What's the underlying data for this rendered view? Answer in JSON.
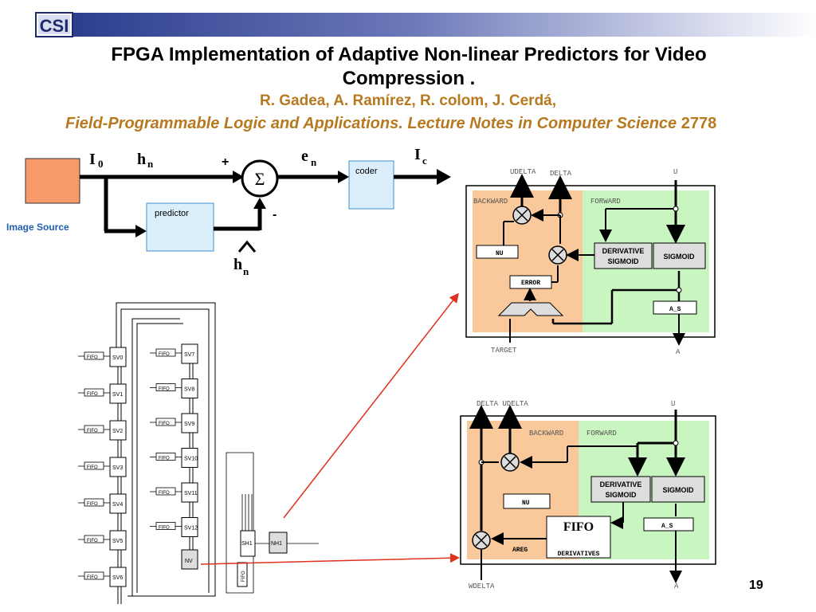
{
  "header": {
    "logo_text": "CSI",
    "title_line1": "FPGA Implementation of  Adaptive Non-linear Predictors for Video",
    "title_line2": "Compression .",
    "authors": "R. Gadea, A. Ramírez, R. colom, J. Cerdá,",
    "venue": "Field-Programmable Logic and Applications. Lecture Notes in Computer Science",
    "venue_number": "2778"
  },
  "block_diagram": {
    "image_source_label": "Image Source",
    "i0_label": "I",
    "i0_sub": "0",
    "hn_label": "h",
    "hn_sub": "n",
    "plus_sign": "+",
    "minus_sign": "-",
    "sum_symbol": "Σ",
    "en_label": "e",
    "en_sub": "n",
    "coder_label": "coder",
    "ic_label": "I",
    "ic_sub": "c",
    "predictor_label": "predictor",
    "hhat_label": "h",
    "hhat_sub": "n"
  },
  "neuron_top": {
    "udelta": "UDELTA",
    "delta": "DELTA",
    "u": "U",
    "backward": "BACKWARD",
    "forward": "FORWARD",
    "nu": "NU",
    "derivative_sigmoid_1": "DERIVATIVE",
    "derivative_sigmoid_2": "SIGMOID",
    "sigmoid": "SIGMOID",
    "error": "ERROR",
    "a_s": "A_S",
    "target": "TARGET",
    "a": "A"
  },
  "neuron_bottom": {
    "delta_udelta": "DELTA UDELTA",
    "u": "U",
    "backward": "BACKWARD",
    "forward": "FORWARD",
    "derivative_sigmoid_1": "DERIVATIVE",
    "derivative_sigmoid_2": "SIGMOID",
    "sigmoid": "SIGMOID",
    "nu": "NU",
    "fifo": "FIFO",
    "a_s": "A_S",
    "areg": "AREG",
    "derivatives": "DERIVATIVES",
    "wdelta": "WDELTA",
    "a": "A"
  },
  "systolic": {
    "left_column": [
      "SV0",
      "SV1",
      "SV2",
      "SV3",
      "SV4",
      "SV5",
      "SV6"
    ],
    "right_column": [
      "SV7",
      "SV8",
      "SV9",
      "SV10",
      "SV11",
      "SV12"
    ],
    "fifo_label": "FIFO",
    "nv_label": "NV",
    "sh1_label": "SH1",
    "nh1_label": "NH1"
  },
  "colors": {
    "backward_fill": "#f9c89b",
    "forward_fill": "#c9f5c0",
    "block_fill": "#dbeefb",
    "block_stroke": "#3d8fd1",
    "source_fill": "#f69a6a",
    "image_source_text": "#1f5fb0",
    "red_arrow": "#e0301e",
    "accent_text": "#b7791f"
  },
  "page": {
    "number": "19"
  }
}
